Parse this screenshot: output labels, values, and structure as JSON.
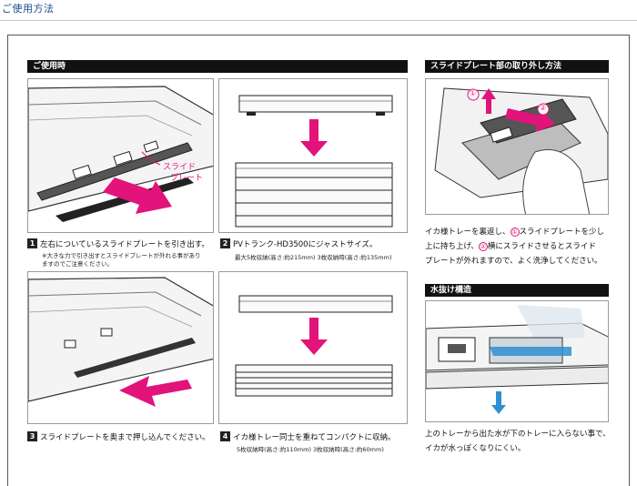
{
  "page": {
    "title": "ご使用方法"
  },
  "sections": {
    "usage": {
      "title": "ご使用時"
    },
    "removal": {
      "title": "スライドプレート部の取り外し方法"
    },
    "drain": {
      "title": "水抜け構造"
    }
  },
  "steps": [
    {
      "num": "1",
      "text": "左右についているスライドプレートを引き出す。",
      "note_line1": "※大きな力で引き出すとスライドプレートが外れる事があり",
      "note_line2": "ますのでご注意ください。"
    },
    {
      "num": "2",
      "text": "PVトランク-HD3500にジャストサイズ。",
      "note": "最大5枚収納(高さ:約215mm) 3枚収納時(高さ:約135mm)"
    },
    {
      "num": "3",
      "text": "スライドプレートを奥まで押し込んでください。"
    },
    {
      "num": "4",
      "text": "イカ様トレー同士を重ねてコンパクトに収納。",
      "note": "5枚収納時(高さ:約110mm) 3枚収納時(高さ:約60mm)"
    }
  ],
  "slide_plate_label": {
    "line1": "スライド",
    "line2": "プレート"
  },
  "removal_markers": {
    "m1": "①",
    "m2": "②"
  },
  "removal_text": {
    "line1_a": "イカ様トレーを裏返し、",
    "line1_mark": "①",
    "line1_b": "スライドプレートを少し",
    "line2_a": "上に持ち上げ、",
    "line2_mark": "②",
    "line2_b": "横にスライドさせるとスライド",
    "line3": "プレートが外れますので、よく洗浄してください。"
  },
  "drain_text": {
    "line1": "上のトレーから出た水が下のトレーに入らない事で、",
    "line2": "イカが水っぽくなりにくい。"
  },
  "colors": {
    "accent": "#e2137a",
    "water": "#2f8fd0",
    "title": "#1a4a8a"
  }
}
